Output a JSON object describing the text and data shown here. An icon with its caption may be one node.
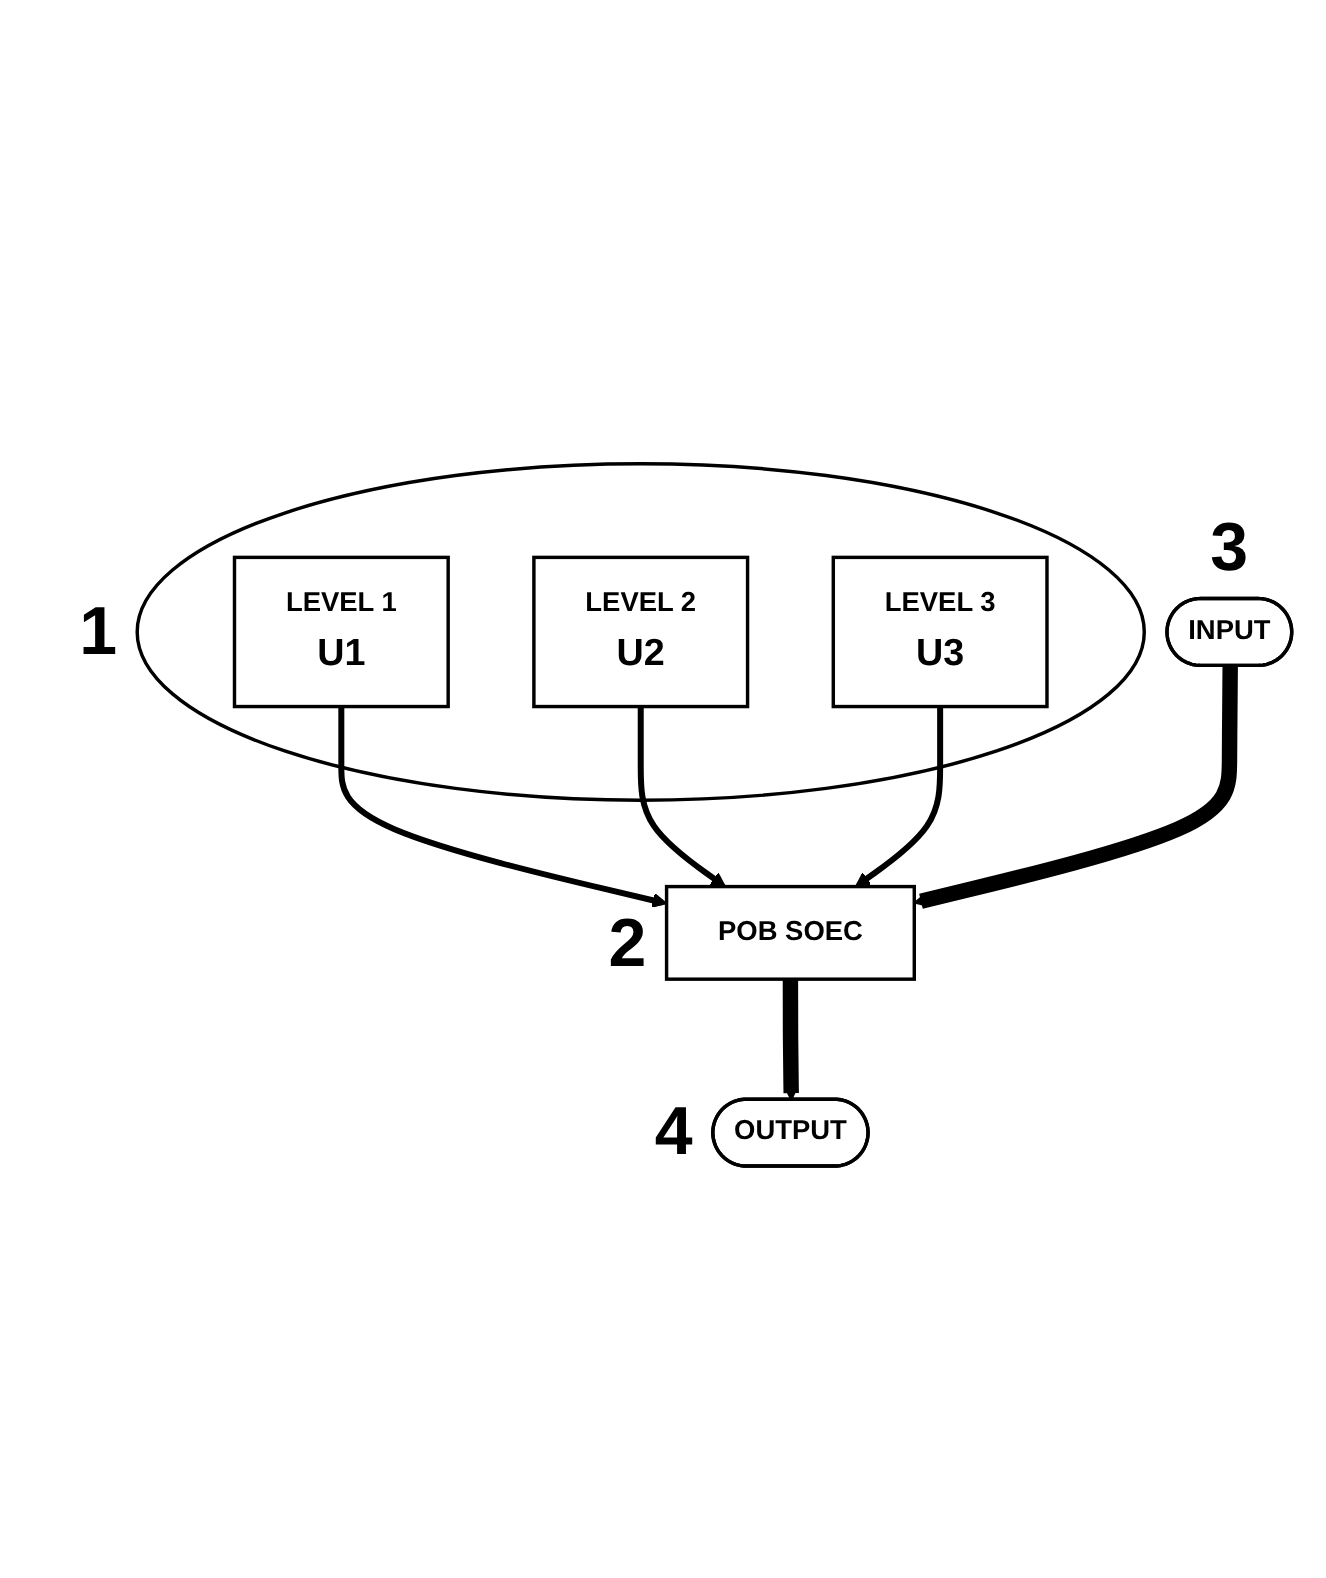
{
  "diagram": {
    "nodes": [
      {
        "text": [],
        "shape": "circle",
        "beside": [
          "1"
        ]
      },
      {
        "text": [
          "LEVEL 1",
          "U1"
        ],
        "in": 0
      },
      {
        "text": [
          "LEVEL 2",
          "U2"
        ],
        "in": 0
      },
      {
        "text": [
          "LEVEL 3",
          "U3"
        ],
        "in": 0
      },
      {
        "text": [
          "POB SOEC"
        ],
        "beside": [
          "2"
        ]
      },
      {
        "text": [
          "INPUT"
        ],
        "beside": [
          "3"
        ]
      },
      {
        "text": [
          "OUTPUT"
        ],
        "beside": [
          "4"
        ]
      }
    ],
    "edges": [
      {
        "from": 1,
        "to": 4,
        "arrow": "to"
      },
      {
        "from": 2,
        "to": 4,
        "arrow": "to"
      },
      {
        "from": 3,
        "to": 4,
        "arrow": "to"
      },
      {
        "from": 5,
        "to": 4,
        "arrow": "to",
        "style": "thick"
      },
      {
        "from": 4,
        "to": 6,
        "arrow": "to",
        "style": "thick"
      }
    ]
  }
}
